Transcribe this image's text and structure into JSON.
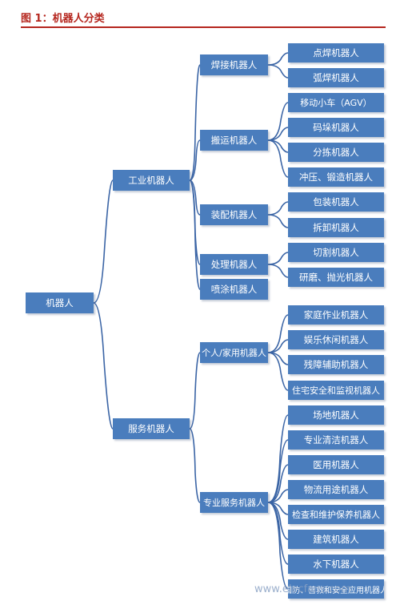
{
  "title": "图 1：机器人分类",
  "watermark": "www.elecfans.com",
  "colors": {
    "node_fill": "#4a7dbd",
    "connector": "#3a64a5",
    "title_red": "#b5261e"
  },
  "root": {
    "label": "机器人"
  },
  "level1": [
    {
      "label": "工业机器人"
    },
    {
      "label": "服务机器人"
    }
  ],
  "level2": [
    {
      "label": "焊接机器人"
    },
    {
      "label": "搬运机器人"
    },
    {
      "label": "装配机器人"
    },
    {
      "label": "处理机器人"
    },
    {
      "label": "喷涂机器人"
    },
    {
      "label": "个人/家用机器人"
    },
    {
      "label": "专业服务机器人"
    }
  ],
  "level3": [
    {
      "label": "点焊机器人"
    },
    {
      "label": "弧焊机器人"
    },
    {
      "label": "移动小车（AGV）"
    },
    {
      "label": "码垛机器人"
    },
    {
      "label": "分拣机器人"
    },
    {
      "label": "冲压、锻造机器人"
    },
    {
      "label": "包装机器人"
    },
    {
      "label": "拆卸机器人"
    },
    {
      "label": "切割机器人"
    },
    {
      "label": "研磨、抛光机器人"
    },
    {
      "label": "家庭作业机器人"
    },
    {
      "label": "娱乐休闲机器人"
    },
    {
      "label": "残障辅助机器人"
    },
    {
      "label": "住宅安全和监视机器人"
    },
    {
      "label": "场地机器人"
    },
    {
      "label": "专业清洁机器人"
    },
    {
      "label": "医用机器人"
    },
    {
      "label": "物流用途机器人"
    },
    {
      "label": "检查和维护保养机器人"
    },
    {
      "label": "建筑机器人"
    },
    {
      "label": "水下机器人"
    },
    {
      "label": "国防、营救和安全应用机器人"
    }
  ]
}
